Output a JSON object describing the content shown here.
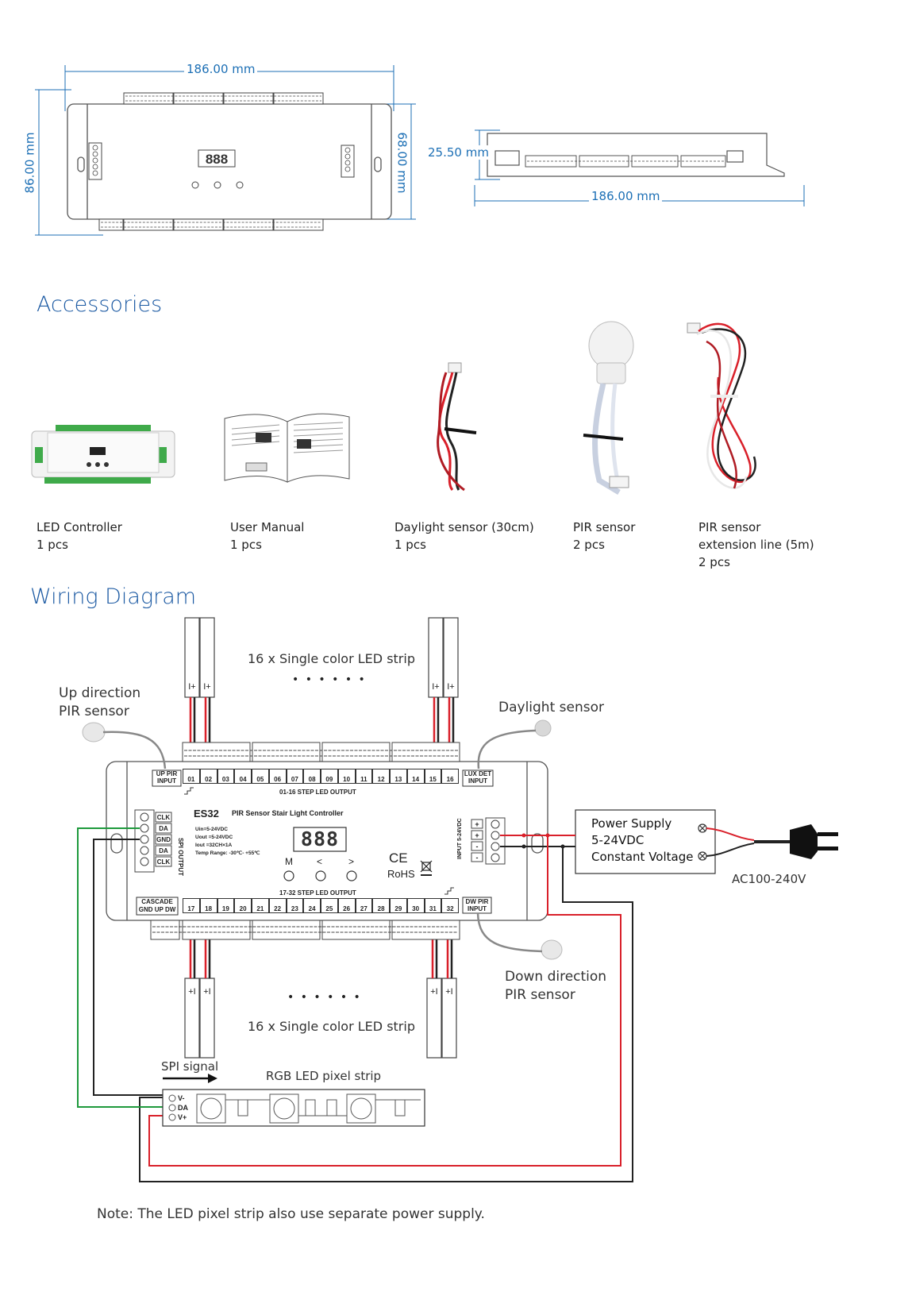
{
  "dimensions": {
    "top_width": "186.00 mm",
    "left_height": "86.00 mm",
    "right_height": "68.00 mm",
    "side_height": "25.50 mm",
    "side_width": "186.00 mm"
  },
  "accessories": {
    "title": "Accessories",
    "items": [
      {
        "name": "LED Controller",
        "qty": "1 pcs"
      },
      {
        "name": "User Manual",
        "qty": "1 pcs"
      },
      {
        "name": "Daylight sensor (30cm)",
        "qty": "1 pcs"
      },
      {
        "name": "PIR sensor",
        "qty": "2 pcs"
      },
      {
        "name": "PIR sensor",
        "name2": "extension line (5m)",
        "qty": "2 pcs"
      }
    ]
  },
  "wiring": {
    "title": "Wiring Diagram",
    "top_strip": "16 x Single color LED strip",
    "bottom_strip": "16 x Single color LED strip",
    "dots": "• • • • • •",
    "up_pir": [
      "Up direction",
      "PIR sensor"
    ],
    "daylight": "Daylight sensor",
    "down_pir": [
      "Down direction",
      "PIR sensor"
    ],
    "power_supply": [
      "Power Supply",
      "5-24VDC",
      "Constant Voltage"
    ],
    "ac": "AC100-240V",
    "spi_signal": "SPI signal",
    "rgb_strip": "RGB LED pixel strip",
    "controller": {
      "model": "ES32",
      "name": "PIR Sensor Stair Light Controller",
      "specs": [
        "Uin=5-24VDC",
        "Uout =5-24VDC",
        "Iout =32CH×1A",
        "Temp Range: -30℃- +55℃"
      ],
      "display": "888",
      "buttons": [
        "M",
        "<",
        ">"
      ],
      "ce": "CE",
      "rohs": "RoHS",
      "up_pir": [
        "UP PIR",
        "INPUT"
      ],
      "lux_det": [
        "LUX DET",
        "INPUT"
      ],
      "dw_pir": [
        "DW PIR",
        "INPUT"
      ],
      "cascade": "CASCADE",
      "cascade_pins": [
        "GND",
        "UP",
        "DW"
      ],
      "out_top_label": "01-16 STEP LED OUTPUT",
      "out_bottom_label": "17-32 STEP LED OUTPUT",
      "top_channels": [
        "01",
        "02",
        "03",
        "04",
        "05",
        "06",
        "07",
        "08",
        "09",
        "10",
        "11",
        "12",
        "13",
        "14",
        "15",
        "16"
      ],
      "bottom_channels": [
        "17",
        "18",
        "19",
        "20",
        "21",
        "22",
        "23",
        "24",
        "25",
        "26",
        "27",
        "28",
        "29",
        "30",
        "31",
        "32"
      ],
      "spi_pins": [
        "CLK",
        "DA",
        "GND",
        "DA",
        "CLK"
      ],
      "spi_label": "SPI OUTPUT",
      "input_label": "INPUT 5-24VDC",
      "input_pins": [
        "+",
        "+",
        "-",
        "-"
      ]
    },
    "strip_pins": [
      "V-",
      "DA",
      "V+"
    ]
  },
  "note": "Note: The LED pixel strip also use separate power supply.",
  "colors": {
    "dimension": "#1c6fb5",
    "title": "#1c5aa3",
    "red_wire": "#d9202a",
    "green_wire": "#1e9a3c"
  }
}
